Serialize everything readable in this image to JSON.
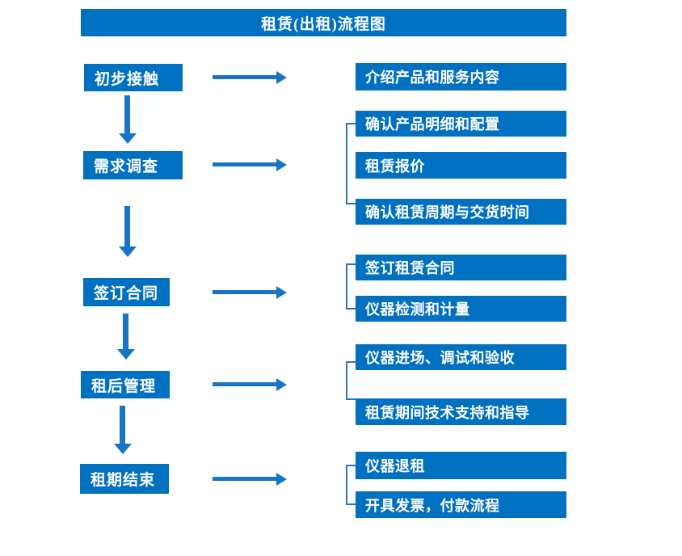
{
  "title": "租赁(出租)流程图",
  "colors": {
    "box_fill": "#0070C0",
    "arrow": "#1774C8",
    "bracket": "#2E74B5",
    "text": "#FFFFFF",
    "background": "#FFFFFF"
  },
  "flow": {
    "steps": [
      {
        "label": "初步接触",
        "details": [
          "介绍产品和服务内容"
        ]
      },
      {
        "label": "需求调查",
        "details": [
          "确认产品明细和配置",
          "租赁报价",
          "确认租赁周期与交货时间"
        ]
      },
      {
        "label": "签订合同",
        "details": [
          "签订租赁合同",
          "仪器检测和计量"
        ]
      },
      {
        "label": "租后管理",
        "details": [
          "仪器进场、调试和验收",
          "租赁期间技术支持和指导"
        ]
      },
      {
        "label": "租期结束",
        "details": [
          "仪器退租",
          "开具发票，付款流程"
        ]
      }
    ]
  }
}
